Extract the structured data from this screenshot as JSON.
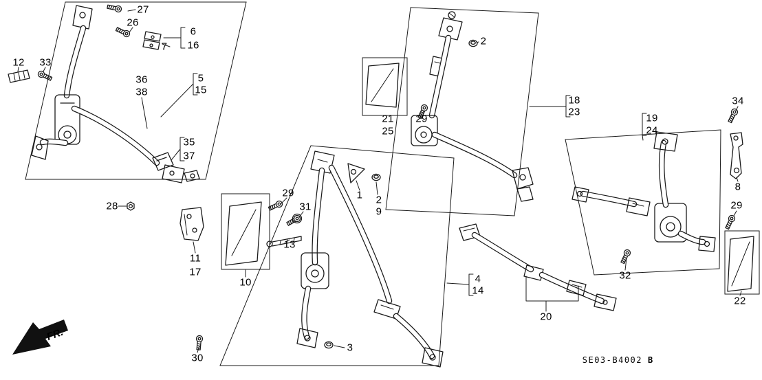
{
  "diagram": {
    "footer_code": "SE03-B4002",
    "footer_suffix": "B",
    "direction_label": "FR.",
    "labels": [
      {
        "text": "27"
      },
      {
        "text": "26"
      },
      {
        "text": "6"
      },
      {
        "text": "7"
      },
      {
        "text": "16"
      },
      {
        "text": "12"
      },
      {
        "text": "33"
      },
      {
        "text": "36"
      },
      {
        "text": "38"
      },
      {
        "text": "5"
      },
      {
        "text": "15"
      },
      {
        "text": "35"
      },
      {
        "text": "37"
      },
      {
        "text": "28"
      },
      {
        "text": "11"
      },
      {
        "text": "17"
      },
      {
        "text": "2"
      },
      {
        "text": "21"
      },
      {
        "text": "25"
      },
      {
        "text": "29"
      },
      {
        "text": "18"
      },
      {
        "text": "23"
      },
      {
        "text": "19"
      },
      {
        "text": "24"
      },
      {
        "text": "34"
      },
      {
        "text": "8"
      },
      {
        "text": "29"
      },
      {
        "text": "1"
      },
      {
        "text": "2"
      },
      {
        "text": "9"
      },
      {
        "text": "29"
      },
      {
        "text": "31"
      },
      {
        "text": "13"
      },
      {
        "text": "10"
      },
      {
        "text": "4"
      },
      {
        "text": "14"
      },
      {
        "text": "3"
      },
      {
        "text": "30"
      },
      {
        "text": "20"
      },
      {
        "text": "32"
      },
      {
        "text": "22"
      }
    ]
  }
}
